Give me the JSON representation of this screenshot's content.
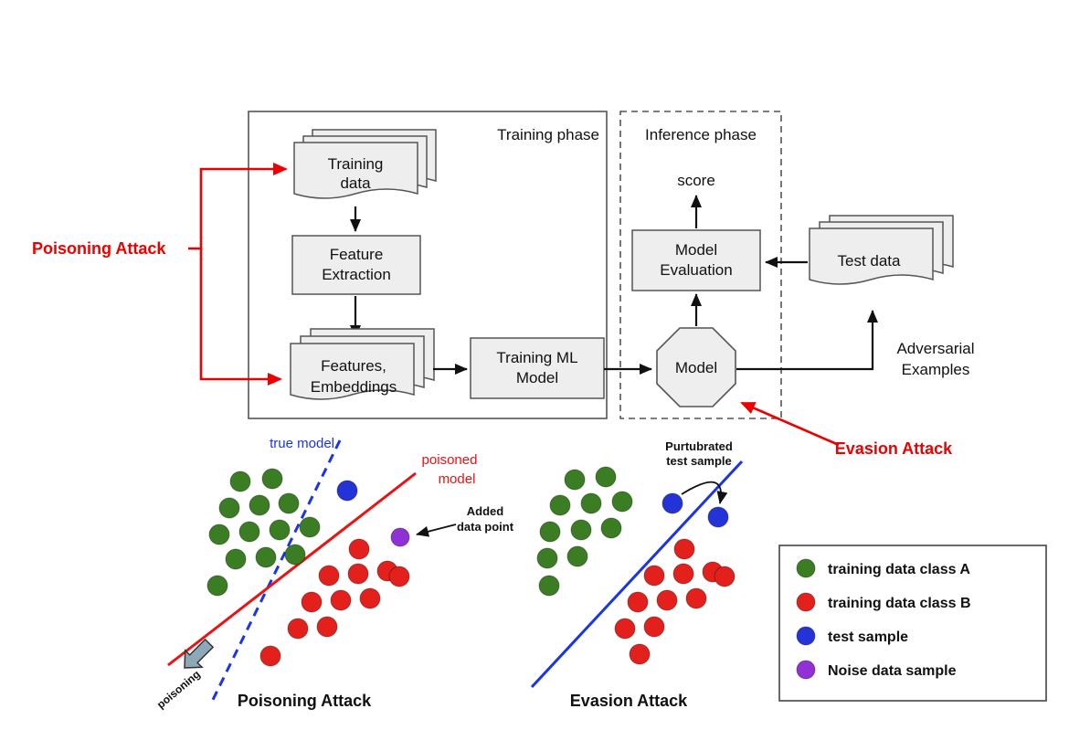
{
  "colors": {
    "class_a_green": "#3a7d23",
    "class_b_red": "#e3201b",
    "test_sample_blue": "#2433d8",
    "noise_purple": "#9230d8",
    "attack_label_red": "#ee0000",
    "decision_line_blue": "#1a35e8",
    "poisoned_line_red": "#ee1111",
    "box_fill": "#eeeeee",
    "box_stroke": "#555555"
  },
  "flowchart": {
    "training_phase_label": "Training phase",
    "inference_phase_label": "Inference phase",
    "training_data_line1": "Training",
    "training_data_line2": "data",
    "feature_extraction_line1": "Feature",
    "feature_extraction_line2": "Extraction",
    "features_line1": "Features,",
    "features_line2": "Embeddings",
    "training_ml_line1": "Training ML",
    "training_ml_line2": "Model",
    "model_label": "Model",
    "model_eval_line1": "Model",
    "model_eval_line2": "Evaluation",
    "score_label": "score",
    "test_data_label": "Test data",
    "adversarial_line1": "Adversarial",
    "adversarial_line2": "Examples",
    "poisoning_attack_label": "Poisoning Attack",
    "evasion_attack_label": "Evasion Attack"
  },
  "plots": {
    "poisoning": {
      "title": "Poisoning Attack",
      "true_model_label": "true model",
      "poisoned_model_line1": "poisoned",
      "poisoned_model_line2": "model",
      "added_point_line1": "Added",
      "added_point_line2": "data point",
      "poisoning_arrow_label": "poisoning",
      "class_a_points": [
        [
          263,
          527
        ],
        [
          298,
          524
        ],
        [
          251,
          556
        ],
        [
          284,
          553
        ],
        [
          316,
          551
        ],
        [
          240,
          585
        ],
        [
          273,
          582
        ],
        [
          306,
          580
        ],
        [
          339,
          577
        ],
        [
          258,
          612
        ],
        [
          291,
          610
        ],
        [
          323,
          607
        ],
        [
          238,
          641
        ]
      ],
      "class_b_points": [
        [
          393,
          601
        ],
        [
          360,
          630
        ],
        [
          392,
          628
        ],
        [
          424,
          625
        ],
        [
          341,
          659
        ],
        [
          373,
          657
        ],
        [
          405,
          655
        ],
        [
          437,
          631
        ],
        [
          326,
          688
        ],
        [
          358,
          686
        ],
        [
          296,
          718
        ]
      ],
      "test_sample_point": [
        [
          380,
          537
        ]
      ],
      "noise_point": [
        [
          438,
          588
        ]
      ]
    },
    "evasion": {
      "title": "Evasion Attack",
      "perturbed_line1": "Purtubrated",
      "perturbed_line2": "test sample",
      "class_a_points": [
        [
          629,
          525
        ],
        [
          663,
          522
        ],
        [
          613,
          553
        ],
        [
          647,
          551
        ],
        [
          681,
          549
        ],
        [
          602,
          582
        ],
        [
          636,
          580
        ],
        [
          669,
          578
        ],
        [
          599,
          611
        ],
        [
          632,
          609
        ],
        [
          601,
          641
        ]
      ],
      "class_b_points": [
        [
          749,
          601
        ],
        [
          716,
          630
        ],
        [
          748,
          628
        ],
        [
          780,
          626
        ],
        [
          698,
          659
        ],
        [
          730,
          657
        ],
        [
          762,
          655
        ],
        [
          793,
          631
        ],
        [
          684,
          688
        ],
        [
          716,
          686
        ],
        [
          700,
          716
        ]
      ],
      "test_sample_points": [
        [
          736,
          551
        ],
        [
          786,
          566
        ]
      ]
    }
  },
  "legend": {
    "items": [
      {
        "label": "training data class A",
        "color": "#3a7d23"
      },
      {
        "label": "training data class B",
        "color": "#e3201b"
      },
      {
        "label": "test sample",
        "color": "#2433d8"
      },
      {
        "label": "Noise data sample",
        "color": "#9230d8"
      }
    ]
  }
}
